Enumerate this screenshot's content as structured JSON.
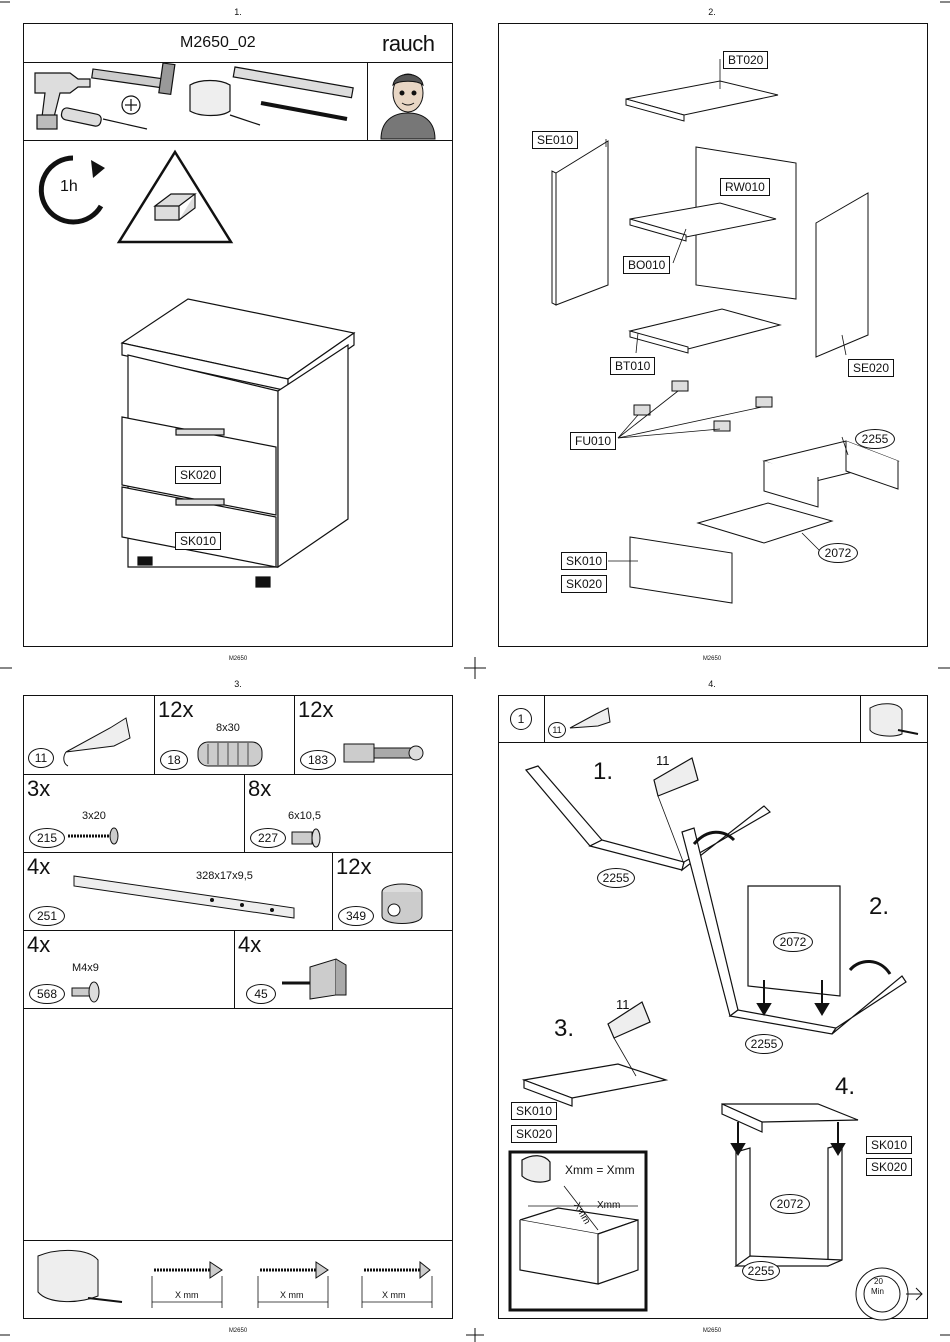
{
  "pages": [
    {
      "number": "1.",
      "footer": "M2650"
    },
    {
      "number": "2.",
      "footer": "M2650"
    },
    {
      "number": "3.",
      "footer": "M2650"
    },
    {
      "number": "4.",
      "footer": "M2650"
    }
  ],
  "page1": {
    "model": "M2650_02",
    "brand": "rauch",
    "time": "1h",
    "front_labels": [
      "SK020",
      "SK010"
    ]
  },
  "page2": {
    "parts": [
      "BT020",
      "SE010",
      "RW010",
      "BO010",
      "BT010",
      "SE020",
      "FU010",
      "2255",
      "2072",
      "SK010",
      "SK020"
    ]
  },
  "page3": {
    "glue": {
      "code": "11"
    },
    "dowel": {
      "qty": "12x",
      "size": "8x30",
      "code": "18"
    },
    "connector": {
      "qty": "12x",
      "code": "183"
    },
    "screw215": {
      "qty": "3x",
      "size": "3x20",
      "code": "215"
    },
    "screw227": {
      "qty": "8x",
      "size": "6x10,5",
      "code": "227"
    },
    "rail": {
      "qty": "4x",
      "size": "328x17x9,5",
      "code": "251"
    },
    "cam": {
      "qty": "12x",
      "code": "349"
    },
    "screw568": {
      "qty": "4x",
      "size": "M4x9",
      "code": "568"
    },
    "bracket": {
      "qty": "4x",
      "code": "45"
    },
    "xmm": [
      "X mm",
      "X mm",
      "X mm"
    ]
  },
  "page4": {
    "step": "1",
    "glue_code": "11",
    "steps": [
      "1.",
      "2.",
      "3.",
      "4."
    ],
    "glue_labels": [
      "11",
      "11"
    ],
    "labels": {
      "p2255a": "2255",
      "p2072a": "2072",
      "p2255b": "2255",
      "sk010a": "SK010",
      "sk020a": "SK020",
      "sk010b": "SK010",
      "sk020b": "SK020",
      "p2072b": "2072",
      "p2255c": "2255"
    },
    "inset_text": "Xmm = Xmm",
    "inset_x1": "Xmm",
    "inset_x2": "Xmm",
    "clock": {
      "value": "20",
      "unit": "Min"
    }
  }
}
